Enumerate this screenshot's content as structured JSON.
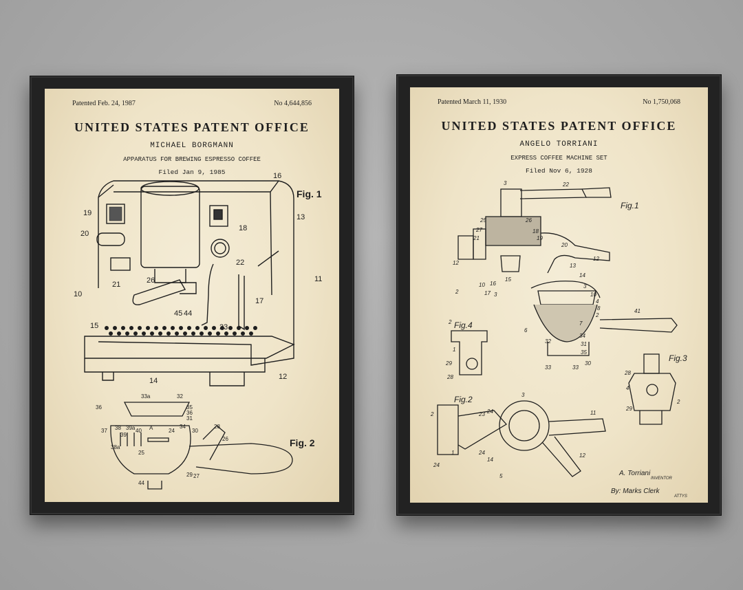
{
  "posters": [
    {
      "patented": "Patented Feb. 24, 1987",
      "number": "No 4,644,856",
      "office": "UNITED STATES PATENT OFFICE",
      "inventor": "MICHAEL BORGMANN",
      "title": "APPARATUS FOR BREWING ESPRESSO COFFEE",
      "filed": "Filed Jan 9, 1985",
      "fig1": "Fig. 1",
      "fig2": "Fig. 2",
      "labels": [
        "16",
        "19",
        "20",
        "18",
        "13",
        "22",
        "11",
        "10",
        "21",
        "26",
        "17",
        "45",
        "44",
        "23",
        "15",
        "14",
        "12",
        "33a",
        "32",
        "36",
        "35",
        "36",
        "31",
        "37",
        "34",
        "30",
        "28",
        "38",
        "39a",
        "39",
        "40",
        "A",
        "24",
        "26",
        "38a",
        "25",
        "29",
        "27",
        "44"
      ]
    },
    {
      "patented": "Patented March 11, 1930",
      "number": "No 1,750,068",
      "office": "UNITED STATES PATENT OFFICE",
      "inventor": "ANGELO TORRIANI",
      "title": "EXPRESS COFFEE MACHINE SET",
      "filed": "Filed Nov 6, 1928",
      "fig1": "Fig.1",
      "fig2": "Fig.2",
      "fig3": "Fig.3",
      "fig4": "Fig.4",
      "signature_inventor": "A. Torriani",
      "signature_inventor_role": "INVENTOR",
      "signature_by": "By: Marks Clerk",
      "signature_role": "ATTYS",
      "labels": [
        "3",
        "22",
        "25",
        "26",
        "27",
        "21",
        "18",
        "19",
        "20",
        "12",
        "2",
        "13",
        "14",
        "12",
        "10",
        "16",
        "17",
        "3",
        "15",
        "3",
        "10",
        "4",
        "8",
        "2",
        "41",
        "6",
        "7",
        "32",
        "34",
        "31",
        "35",
        "33",
        "30",
        "33",
        "2",
        "1",
        "29",
        "28",
        "28",
        "4",
        "29",
        "2",
        "2",
        "23",
        "24",
        "3",
        "11",
        "1",
        "24",
        "12",
        "5",
        "24",
        "14"
      ]
    }
  ]
}
